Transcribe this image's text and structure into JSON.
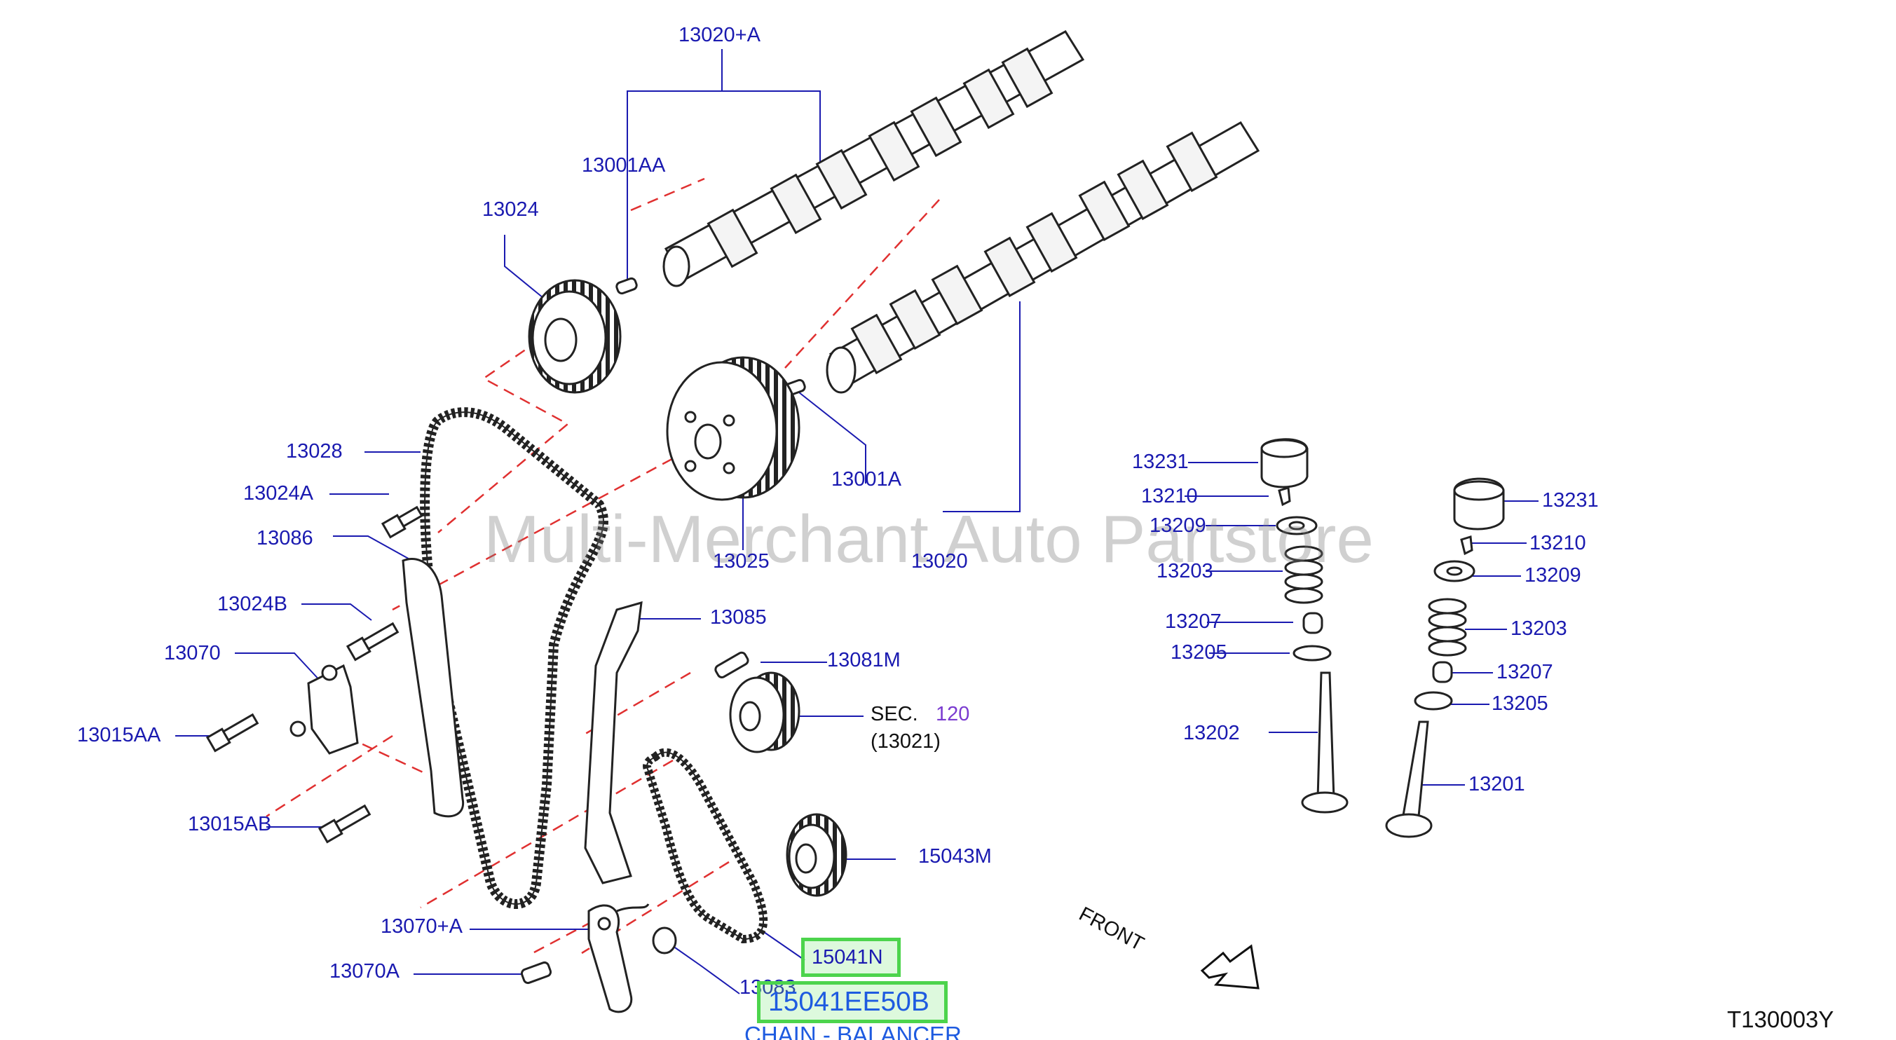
{
  "labels": {
    "p13020A": "13020+A",
    "p13001AA": "13001AA",
    "p13024": "13024",
    "p13028": "13028",
    "p13024A": "13024A",
    "p13086": "13086",
    "p13024B": "13024B",
    "p13070": "13070",
    "p13015AA": "13015AA",
    "p13015AB": "13015AB",
    "p13070A_plus": "13070+A",
    "p13070A": "13070A",
    "p13025": "13025",
    "p13001A": "13001A",
    "p13020": "13020",
    "p13085": "13085",
    "p13081M": "13081M",
    "sec": "SEC.",
    "sec_num": "120",
    "sec_ref": "(13021)",
    "p15043M": "15043M",
    "p15041N": "15041N",
    "p13083": "13083",
    "p13231_l": "13231",
    "p13210_l": "13210",
    "p13209_l": "13209",
    "p13203_l": "13203",
    "p13207_l": "13207",
    "p13205_l": "13205",
    "p13202": "13202",
    "p13231_r": "13231",
    "p13210_r": "13210",
    "p13209_r": "13209",
    "p13203_r": "13203",
    "p13207_r": "13207",
    "p13205_r": "13205",
    "p13201": "13201",
    "front": "FRONT"
  },
  "highlight": {
    "part_number": "15041EE50B",
    "caption": "CHAIN - BALANCER"
  },
  "watermark": "Multi-Merchant Auto Partstore",
  "diagram_code": "T130003Y",
  "colors": {
    "label_blue": "#1a1ab0",
    "highlight_green": "#4cd44c",
    "caption_blue": "#1e5be0",
    "dash_red": "#e03030"
  }
}
